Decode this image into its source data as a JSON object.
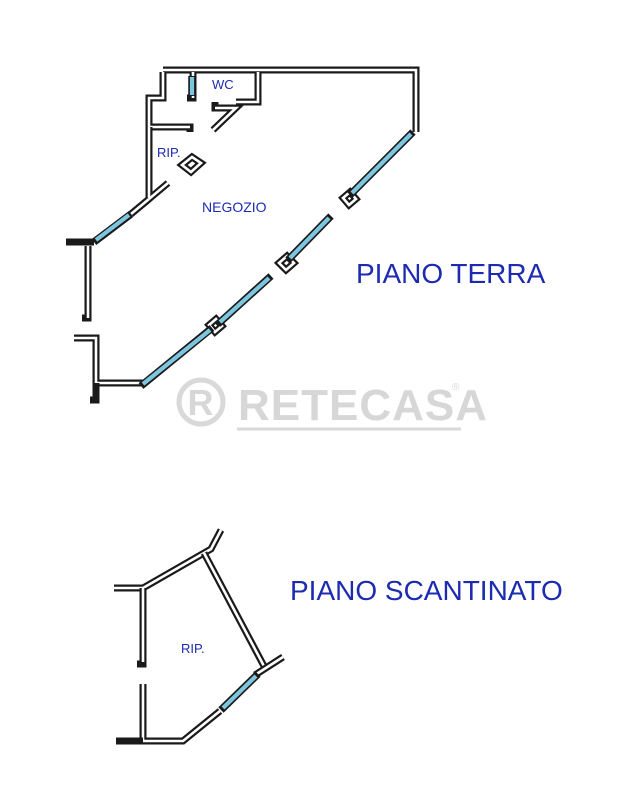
{
  "floors": [
    {
      "title": "PIANO TERRA",
      "rooms": [
        "WC",
        "RIP.",
        "NEGOZIO"
      ]
    },
    {
      "title": "PIANO SCANTINATO",
      "rooms": [
        "RIP."
      ]
    }
  ],
  "watermark": {
    "logo_letter": "R",
    "text": "RETECASA",
    "mark": "®"
  },
  "colors": {
    "wall": "#1a1a1a",
    "window_glass": "#7cc6e0",
    "label": "#1c2bb0",
    "watermark": "#d7d7d7"
  }
}
